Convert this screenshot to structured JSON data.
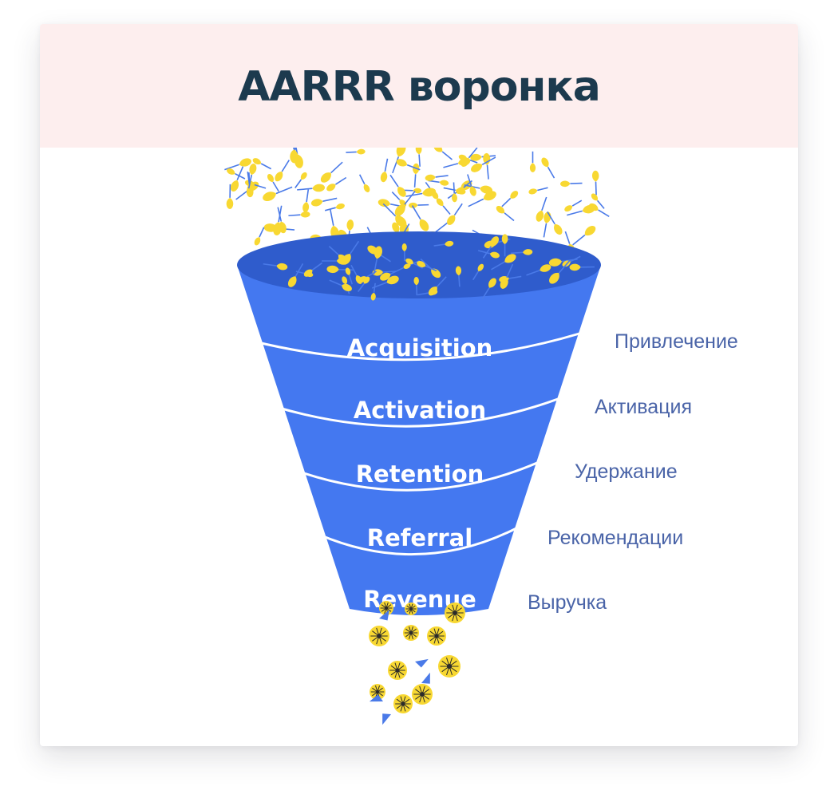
{
  "header": {
    "title": "AARRR воронка"
  },
  "funnel": {
    "stages": [
      {
        "label": "Acquisition",
        "translation": "Привлечение"
      },
      {
        "label": "Activation",
        "translation": "Активация"
      },
      {
        "label": "Retention",
        "translation": "Удержание"
      },
      {
        "label": "Referral",
        "translation": "Рекомендации"
      },
      {
        "label": "Revenue",
        "translation": "Выручка"
      }
    ]
  },
  "colors": {
    "header_bg": "#fdeeee",
    "title": "#1c3a4e",
    "funnel_body": "#4478f0",
    "funnel_rim": "#2f5ccc",
    "flower_yellow": "#f8d832",
    "flower_center": "#2a2a2a",
    "stem_blue": "#4a7ae8",
    "translation_text": "#4a64a8"
  }
}
